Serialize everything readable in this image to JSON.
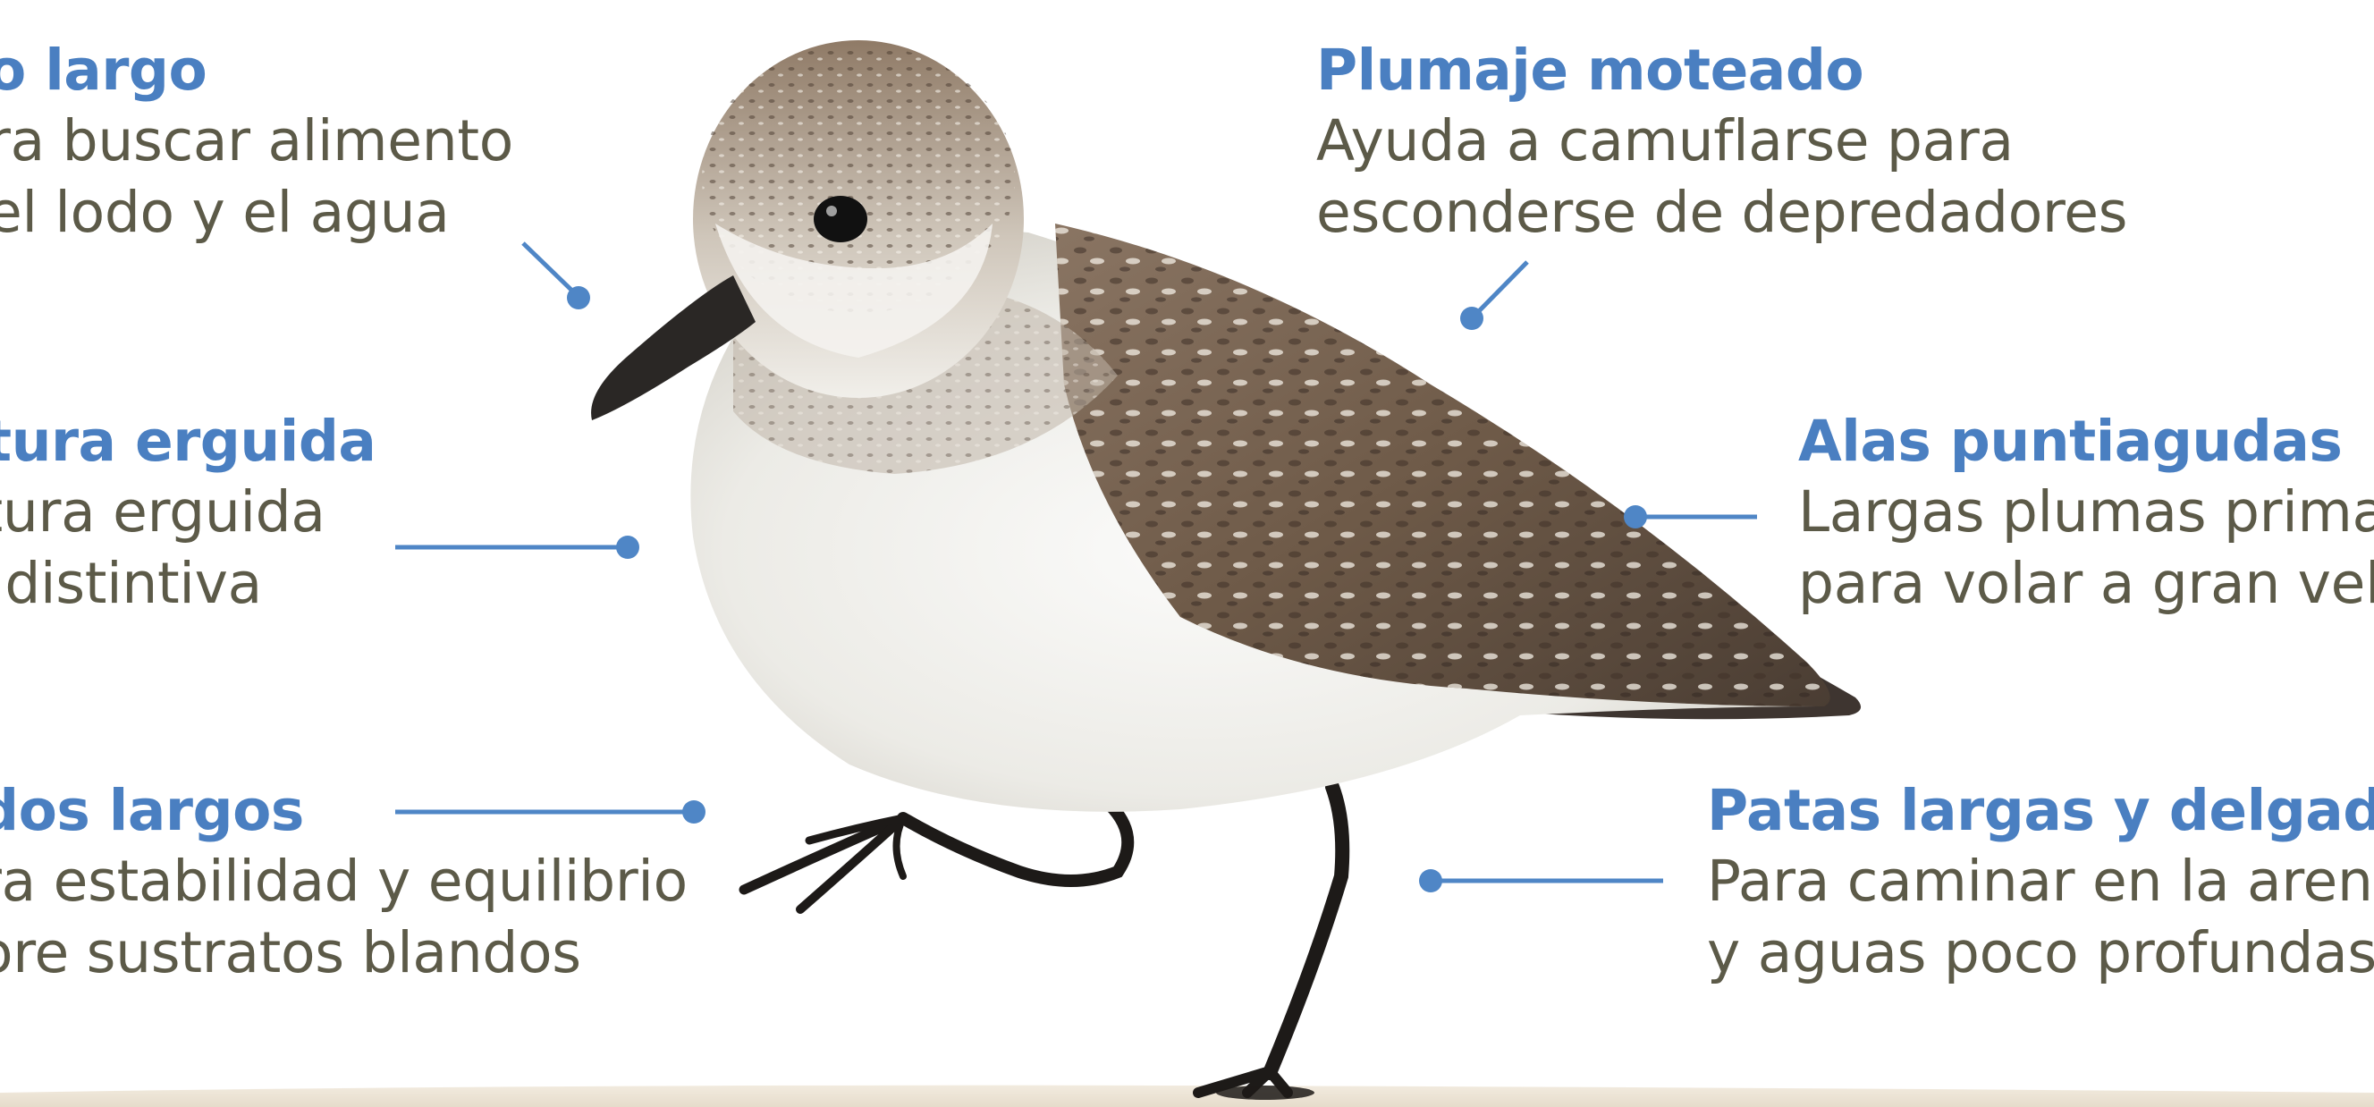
{
  "colors": {
    "title": "#4a7fc1",
    "text": "#5c5a48",
    "connector": "#4f86c6",
    "ground": "#eee6d8"
  },
  "callouts": {
    "pico": {
      "title": "o largo",
      "line1": "ra buscar alimento",
      "line2": "el lodo y el agua"
    },
    "postura": {
      "title": "stura erguida",
      "line1": "stura erguida",
      "line2": "n distintiva"
    },
    "dedos": {
      "title": "dos largos",
      "line1": "ra estabilidad y equilibrio",
      "line2": "ore sustratos blandos"
    },
    "plumaje": {
      "title": "Plumaje moteado",
      "line1": "Ayuda a camuflarse para",
      "line2": "esconderse de depredadores"
    },
    "alas": {
      "title": "Alas puntiagudas",
      "line1": "Largas plumas primarias",
      "line2": "para volar a gran velocidad"
    },
    "patas": {
      "title": "Patas largas y delgadas",
      "line1": "Para caminar en la arena",
      "line2": "y aguas poco profundas"
    }
  },
  "bird_image": {
    "subject": "sandpiper-illustration"
  }
}
